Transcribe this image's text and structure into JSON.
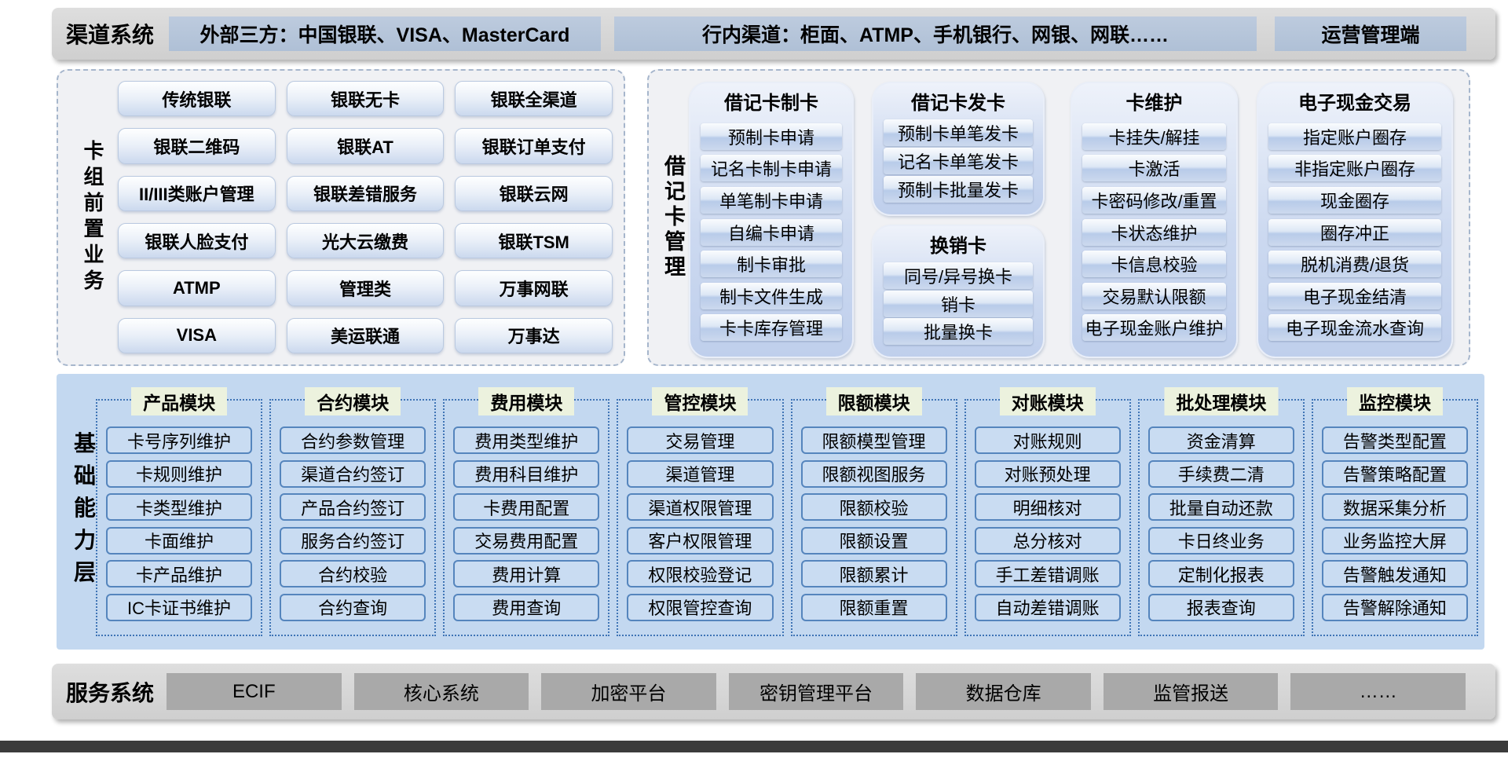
{
  "top_bar": {
    "label": "渠道系统",
    "boxes": [
      "外部三方：中国银联、VISA、MasterCard",
      "行内渠道：柜面、ATMP、手机银行、网银、网联……",
      "运营管理端"
    ]
  },
  "card_front": {
    "label": "卡组前置业务",
    "buttons": [
      "传统银联",
      "银联无卡",
      "银联全渠道",
      "银联二维码",
      "银联AT",
      "银联订单支付",
      "II/III类账户管理",
      "银联差错服务",
      "银联云网",
      "银联人脸支付",
      "光大云缴费",
      "银联TSM",
      "ATMP",
      "管理类",
      "万事网联",
      "VISA",
      "美运联通",
      "万事达"
    ]
  },
  "debit": {
    "label": "借记卡管理",
    "columns": [
      {
        "header": "借记卡制卡",
        "items": [
          "预制卡申请",
          "记名卡制卡申请",
          "单笔制卡申请",
          "自编卡申请",
          "制卡审批",
          "制卡文件生成",
          "卡卡库存管理"
        ]
      },
      {
        "header": "借记卡发卡",
        "items": [
          "预制卡单笔发卡",
          "记名卡单笔发卡",
          "预制卡批量发卡"
        ]
      },
      {
        "header": "换销卡",
        "items": [
          "同号/异号换卡",
          "销卡",
          "批量换卡"
        ]
      },
      {
        "header": "卡维护",
        "items": [
          "卡挂失/解挂",
          "卡激活",
          "卡密码修改/重置",
          "卡状态维护",
          "卡信息校验",
          "交易默认限额",
          "电子现金账户维护"
        ]
      },
      {
        "header": "电子现金交易",
        "items": [
          "指定账户圈存",
          "非指定账户圈存",
          "现金圈存",
          "圈存冲正",
          "脱机消费/退货",
          "电子现金结清",
          "电子现金流水查询"
        ]
      }
    ]
  },
  "base_layer": {
    "label": "基础能力层",
    "modules": [
      {
        "header": "产品模块",
        "items": [
          "卡号序列维护",
          "卡规则维护",
          "卡类型维护",
          "卡面维护",
          "卡产品维护",
          "IC卡证书维护"
        ]
      },
      {
        "header": "合约模块",
        "items": [
          "合约参数管理",
          "渠道合约签订",
          "产品合约签订",
          "服务合约签订",
          "合约校验",
          "合约查询"
        ]
      },
      {
        "header": "费用模块",
        "items": [
          "费用类型维护",
          "费用科目维护",
          "卡费用配置",
          "交易费用配置",
          "费用计算",
          "费用查询"
        ]
      },
      {
        "header": "管控模块",
        "items": [
          "交易管理",
          "渠道管理",
          "渠道权限管理",
          "客户权限管理",
          "权限校验登记",
          "权限管控查询"
        ]
      },
      {
        "header": "限额模块",
        "items": [
          "限额模型管理",
          "限额视图服务",
          "限额校验",
          "限额设置",
          "限额累计",
          "限额重置"
        ]
      },
      {
        "header": "对账模块",
        "items": [
          "对账规则",
          "对账预处理",
          "明细核对",
          "总分核对",
          "手工差错调账",
          "自动差错调账"
        ]
      },
      {
        "header": "批处理模块",
        "items": [
          "资金清算",
          "手续费二清",
          "批量自动还款",
          "卡日终业务",
          "定制化报表",
          "报表查询"
        ]
      },
      {
        "header": "监控模块",
        "items": [
          "告警类型配置",
          "告警策略配置",
          "数据采集分析",
          "业务监控大屏",
          "告警触发通知",
          "告警解除通知"
        ]
      }
    ]
  },
  "service_bar": {
    "label": "服务系统",
    "boxes": [
      "ECIF",
      "核心系统",
      "加密平台",
      "密钥管理平台",
      "数据仓库",
      "监管报送",
      "……"
    ]
  },
  "colors": {
    "bar_grey": "#d6d6d6",
    "bar_box_blue": "#b6c5d9",
    "service_box_grey": "#a9a9a9",
    "dashed_panel_fill": "#f0f1f4",
    "dashed_border": "#a6b6cc",
    "base_panel_blue": "#c3d8f0",
    "module_header_green": "#ecf2de",
    "module_border_blue": "#3f74b5",
    "module_button_blue": "#c9dcf2",
    "glossy_button_blue": "#ccd9ee",
    "dark_strip": "#3b3b3b"
  }
}
